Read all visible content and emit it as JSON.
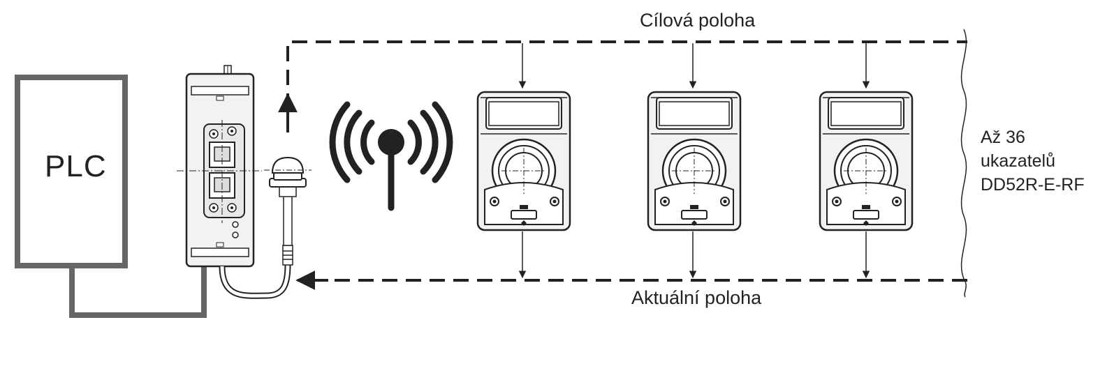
{
  "plc": {
    "label": "PLC"
  },
  "target_position": {
    "label": "Cílová poloha"
  },
  "actual_position": {
    "label": "Aktuální poloha"
  },
  "indicator_count": {
    "line1": "Až 36",
    "line2": "ukazatelů",
    "line3": "DD52R-E-RF"
  },
  "icons": [
    "plc-box",
    "gateway-module",
    "antenna",
    "wireless-signal-icon",
    "position-indicator"
  ],
  "colors": {
    "line": "#444444",
    "cable": "#666666",
    "device_fill": "#f2f2f2"
  }
}
